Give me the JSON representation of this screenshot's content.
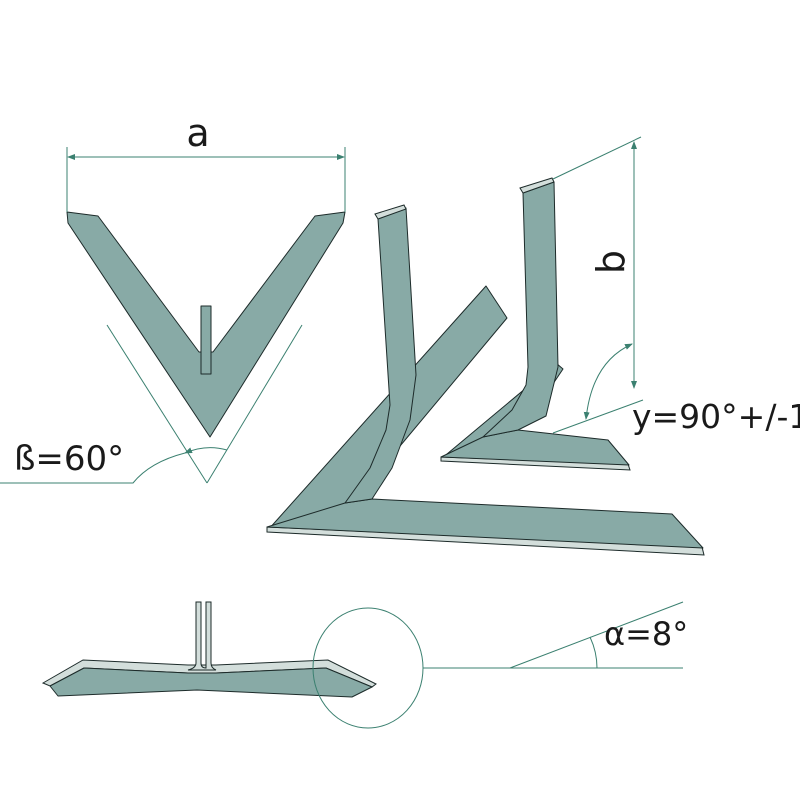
{
  "labels": {
    "width": "a",
    "height": "b",
    "beta": "ß=60°",
    "gamma": "y=90°+/-1",
    "alpha": "α=8°"
  },
  "colors": {
    "steel": "#88aaa6",
    "edge": "#d3dedb",
    "dimension": "#3b8070"
  }
}
